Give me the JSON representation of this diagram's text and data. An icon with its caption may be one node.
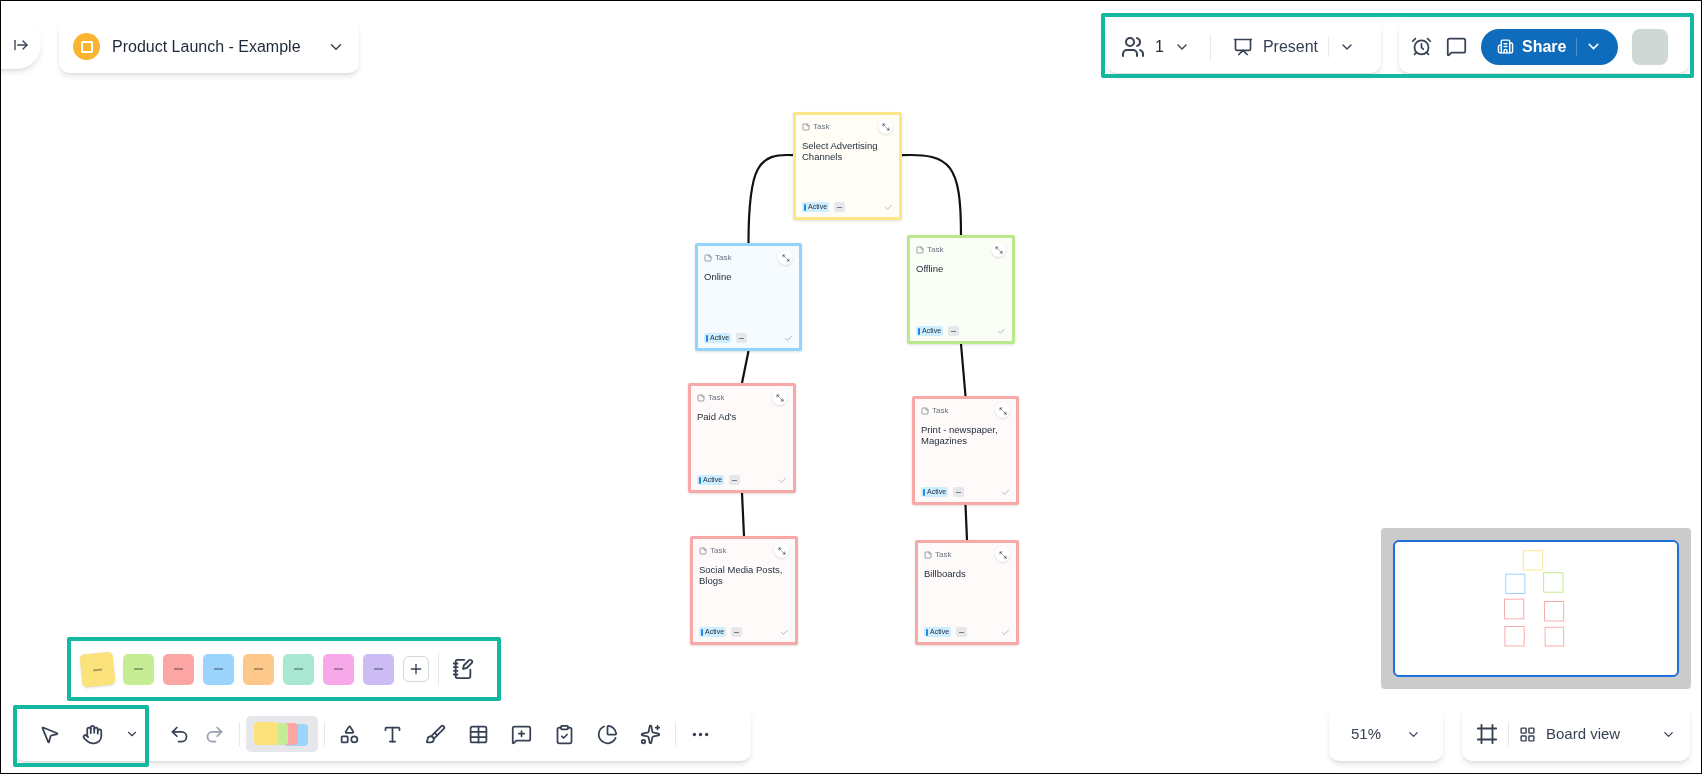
{
  "diagram": {
    "nodes": [
      {
        "text": [
          "Task",
          "Select Advertising Channels",
          "Active"
        ]
      },
      {
        "text": [
          "Task",
          "Online",
          "Active"
        ]
      },
      {
        "text": [
          "Task",
          "Offline",
          "Active"
        ]
      },
      {
        "text": [
          "Task",
          "Paid Ad's",
          "Active"
        ]
      },
      {
        "text": [
          "Task",
          "Social Media Posts, Blogs",
          "Active"
        ]
      },
      {
        "text": [
          "Task",
          "Print - newspaper, Magazines",
          "Active"
        ]
      },
      {
        "text": [
          "Task",
          "Billboards",
          "Active"
        ]
      }
    ],
    "edges": [
      {
        "from": 0,
        "to": 1,
        "arrow": "none"
      },
      {
        "from": 0,
        "to": 2,
        "arrow": "none"
      },
      {
        "from": 1,
        "to": 3,
        "arrow": "none"
      },
      {
        "from": 3,
        "to": 4,
        "arrow": "none"
      },
      {
        "from": 2,
        "to": 5,
        "arrow": "none"
      },
      {
        "from": 5,
        "to": 6,
        "arrow": "none"
      }
    ],
    "labels": [
      "Product Launch - Example",
      "1",
      "Present",
      "Share",
      "51%",
      "Board view"
    ]
  }
}
